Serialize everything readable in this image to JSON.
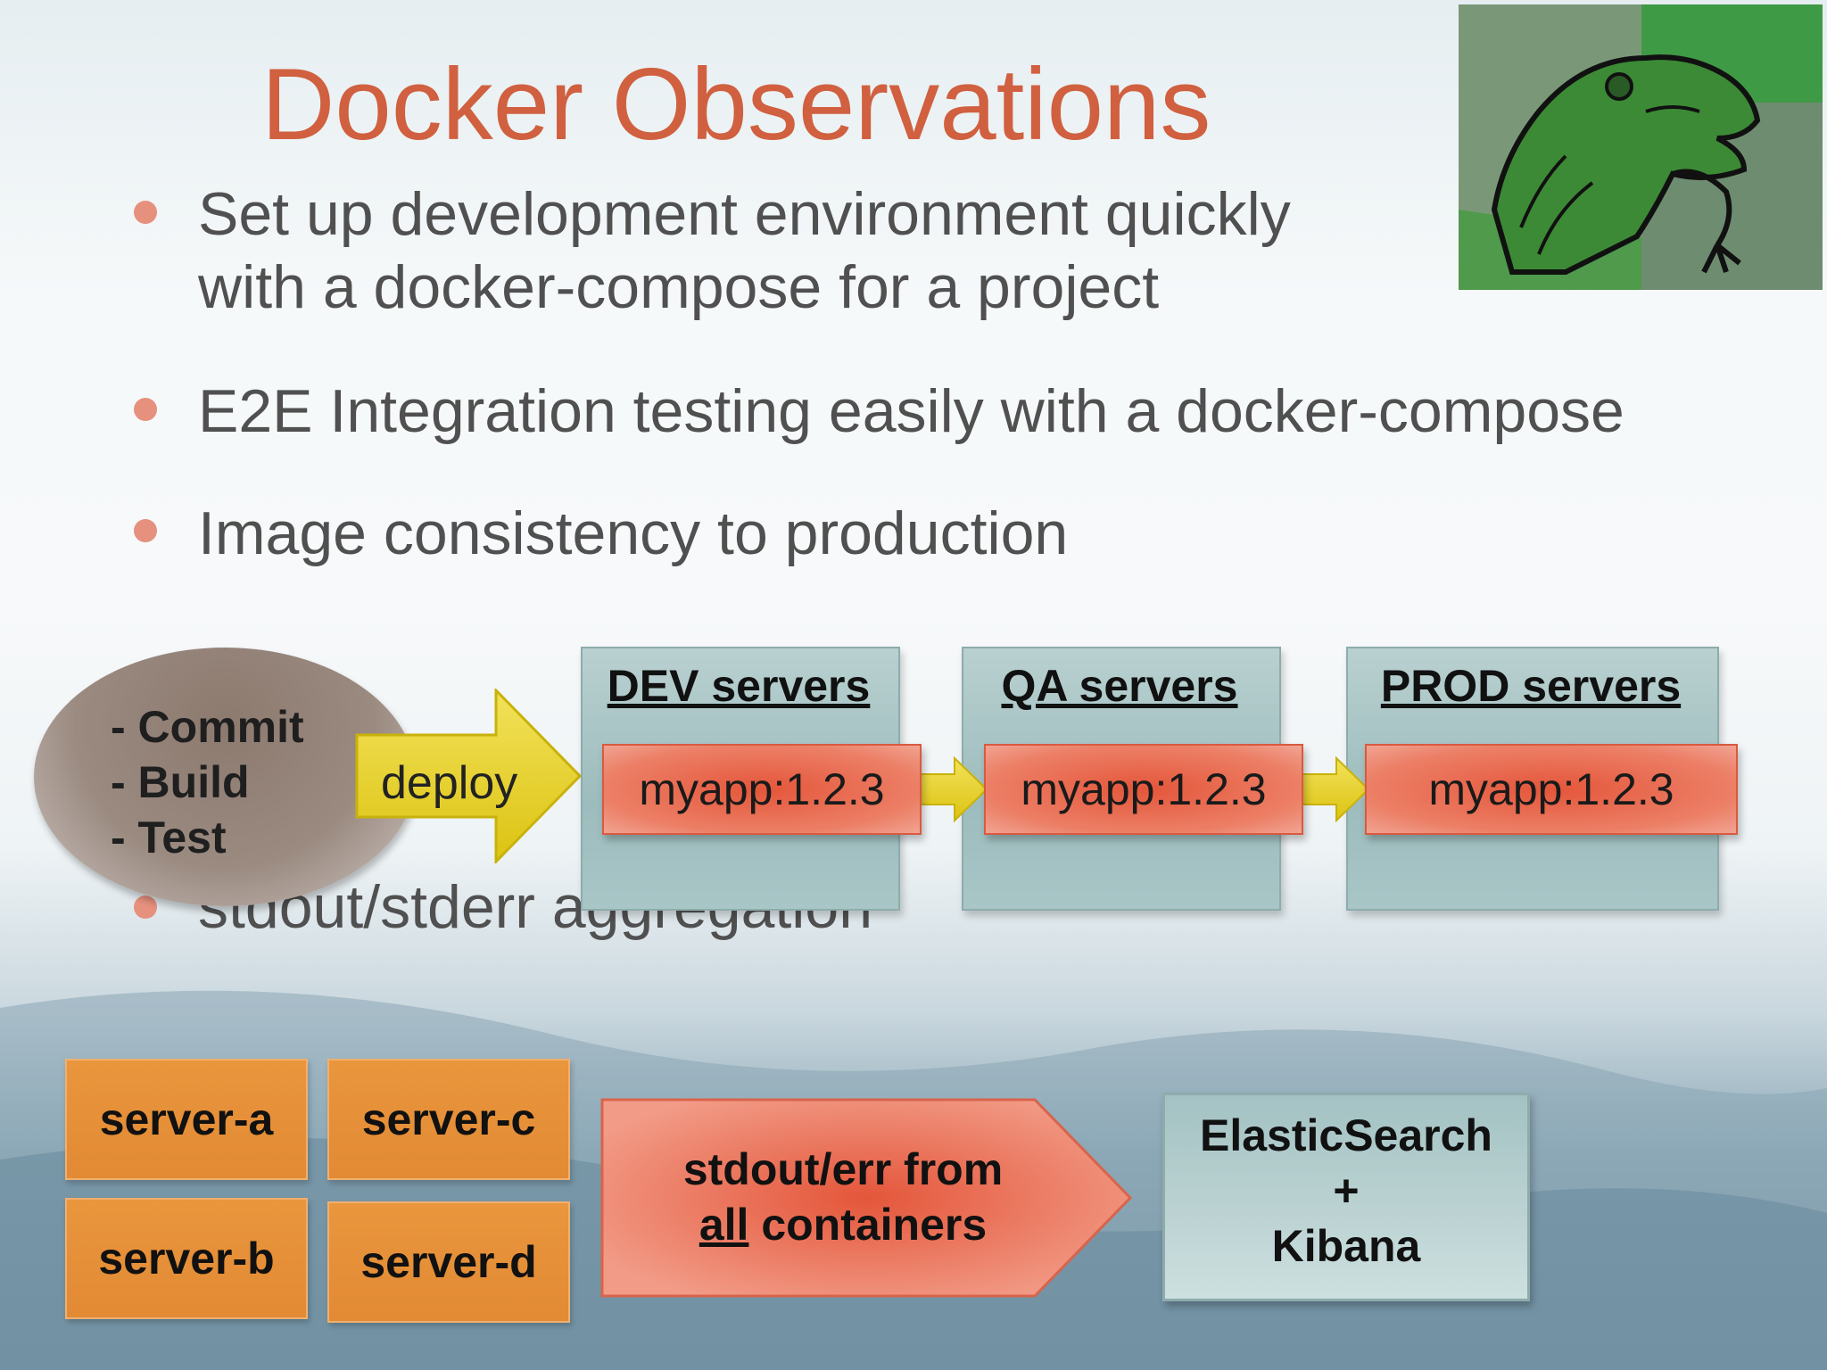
{
  "slide": {
    "title": "Docker Observations",
    "bullets": [
      "Set up development environment quickly\nwith a docker-compose for a project",
      "E2E Integration testing easily with a docker-compose",
      "Image consistency to production",
      "stdout/stderr aggregation"
    ]
  },
  "pipeline": {
    "steps_text": "- Commit\n- Build\n- Test",
    "deploy_label": "deploy",
    "environments": [
      {
        "title": "DEV servers",
        "image": "myapp:1.2.3"
      },
      {
        "title": "QA servers",
        "image": "myapp:1.2.3"
      },
      {
        "title": "PROD servers",
        "image": "myapp:1.2.3"
      }
    ]
  },
  "logging": {
    "servers": [
      "server-a",
      "server-c",
      "server-b",
      "server-d"
    ],
    "arrow_line1": "stdout/err from",
    "arrow_underlined": "all",
    "arrow_rest": " containers",
    "target_line1": "ElasticSearch",
    "target_line2": "+",
    "target_line3": "Kibana"
  },
  "colors": {
    "title": "#d0603f",
    "bullet": "#e6907e",
    "app_box": "#e4563a",
    "server_box": "#e9963d",
    "env_box": "#a9c6c7",
    "arrow": "#e8d21e"
  },
  "image": {
    "icon": "philosoraptor-dinosaur"
  }
}
